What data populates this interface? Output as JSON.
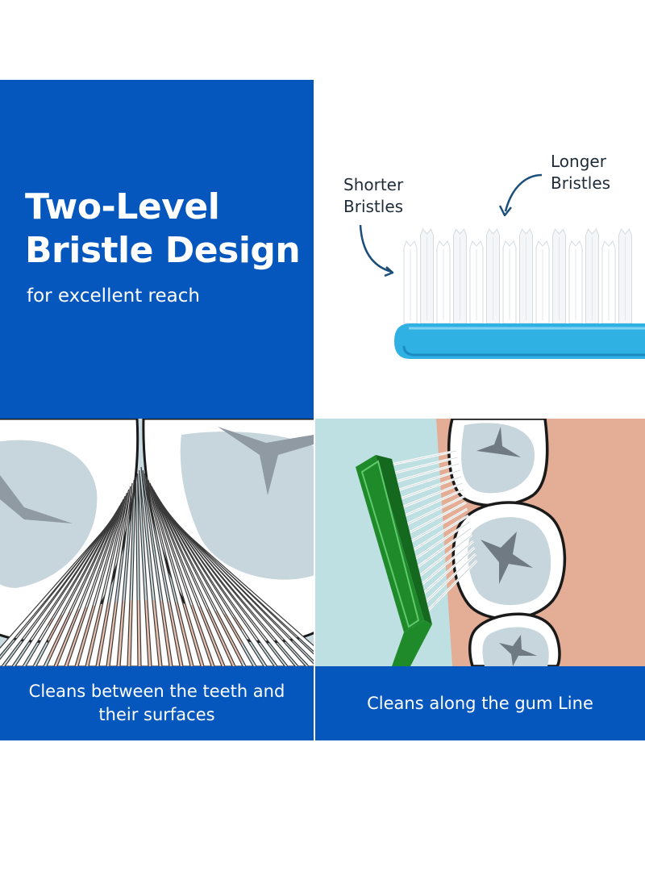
{
  "hero": {
    "title_line1": "Two-Level",
    "title_line2": "Bristle Design",
    "subtitle": "for excellent reach"
  },
  "brush_callouts": {
    "shorter": "Shorter Bristles",
    "longer": "Longer Bristles"
  },
  "captions": {
    "between": "Cleans between the teeth and their surfaces",
    "gum": "Cleans along the gum Line"
  },
  "colors": {
    "brand_blue": "#0557bd",
    "brush_head": "#2fb1e3",
    "green_handle": "#1e8a2a",
    "gum": "#e3ad96",
    "tooth_fill": "#c7d6dc"
  }
}
